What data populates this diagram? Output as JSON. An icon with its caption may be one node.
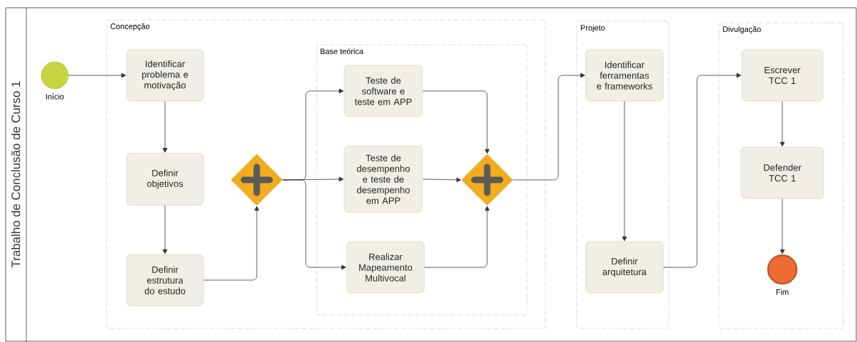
{
  "diagram": {
    "nodes": [
      {
        "text": [
          "Trabalho de Conclusão de Curso 1"
        ]
      },
      {
        "text": [],
        "shape": "circle",
        "beside": [
          "Início"
        ],
        "in": 0
      },
      {
        "text": [
          "Concepção"
        ],
        "in": 0
      },
      {
        "text": [
          "Identificar problema e motivação"
        ],
        "in": 2
      },
      {
        "text": [
          "Definir objetivos"
        ],
        "in": 2
      },
      {
        "text": [
          "Definir estrutura do estudo"
        ],
        "in": 2
      },
      {
        "text": [],
        "shape": "diamond",
        "in": 2
      },
      {
        "text": [
          "Base teórica"
        ],
        "in": 2
      },
      {
        "text": [
          "Teste de software e teste em APP"
        ],
        "in": 7
      },
      {
        "text": [
          "Teste de desempenho e teste de desempenho em APP"
        ],
        "in": 7
      },
      {
        "text": [
          "Realizar Mapeamento Multivocal"
        ],
        "in": 7
      },
      {
        "text": [],
        "shape": "diamond",
        "in": 7
      },
      {
        "text": [
          "Projeto"
        ],
        "in": 0
      },
      {
        "text": [
          "Identificar ferramentas e frameworks"
        ],
        "in": 12
      },
      {
        "text": [
          "Definir arquitetura"
        ],
        "in": 12
      },
      {
        "text": [
          "Divulgação"
        ],
        "in": 0
      },
      {
        "text": [
          "Escrever TCC 1"
        ],
        "in": 15
      },
      {
        "text": [
          "Defender TCC 1"
        ],
        "in": 15
      },
      {
        "text": [],
        "shape": "circle",
        "beside": [
          "Fim"
        ],
        "in": 15
      }
    ],
    "edges": [
      {
        "from": 1,
        "to": 3,
        "arrow": "to"
      },
      {
        "from": 3,
        "to": 4,
        "arrow": "to"
      },
      {
        "from": 4,
        "to": 5,
        "arrow": "to"
      },
      {
        "from": 5,
        "to": 6,
        "arrow": "to"
      },
      {
        "from": 6,
        "to": 8,
        "arrow": "to"
      },
      {
        "from": 6,
        "to": 9,
        "arrow": "to"
      },
      {
        "from": 6,
        "to": 10,
        "arrow": "to"
      },
      {
        "from": 8,
        "to": 11,
        "arrow": "to"
      },
      {
        "from": 9,
        "to": 11,
        "arrow": "to"
      },
      {
        "from": 10,
        "to": 11,
        "arrow": "to"
      },
      {
        "from": 11,
        "to": 13,
        "arrow": "to"
      },
      {
        "from": 13,
        "to": 14,
        "arrow": "to"
      },
      {
        "from": 14,
        "to": 16,
        "arrow": "to"
      },
      {
        "from": 16,
        "to": 17,
        "arrow": "to"
      },
      {
        "from": 17,
        "to": 18,
        "arrow": "to"
      }
    ]
  }
}
